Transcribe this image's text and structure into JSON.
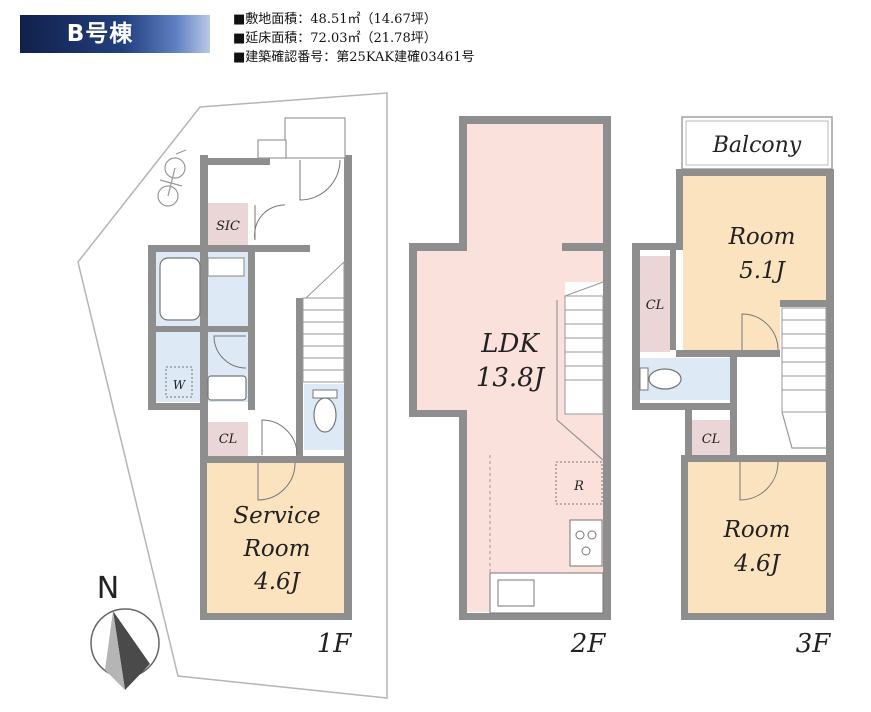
{
  "building": {
    "label": "B号棟"
  },
  "info": [
    "■敷地面積：48.51㎡（14.67坪）",
    "■延床面積：72.03㎡（21.78坪）",
    "■建築確認番号：第25KAK建確03461号"
  ],
  "colors": {
    "wall": "#8e8e8e",
    "room": "#fbe3bf",
    "ldk": "#fbe1dc",
    "wet": "#dde9f4",
    "closet": "#ead6d6",
    "compass": "#4a4a4a"
  },
  "floor1": {
    "floor_label": "1F",
    "sic": "SIC",
    "washer": "W",
    "closet": "CL",
    "room_name_line1": "Service",
    "room_name_line2": "Room",
    "room_size": "4.6J"
  },
  "floor2": {
    "floor_label": "2F",
    "room_name": "LDK",
    "room_size": "13.8J",
    "fridge": "R"
  },
  "floor3": {
    "floor_label": "3F",
    "balcony": "Balcony",
    "closet_upper": "CL",
    "closet_lower": "CL",
    "room_upper_name": "Room",
    "room_upper_size": "5.1J",
    "room_lower_name": "Room",
    "room_lower_size": "4.6J"
  },
  "compass": {
    "north": "N"
  }
}
